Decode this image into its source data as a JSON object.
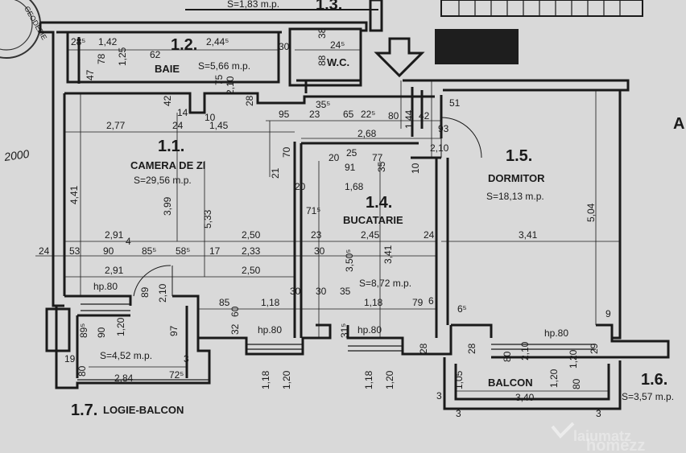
{
  "rooms": {
    "r11": {
      "id": "1.1.",
      "name": "CAMERA DE ZI",
      "area": "S=29,56 m.p."
    },
    "r12": {
      "id": "1.2.",
      "name": "BAIE",
      "area": "S=5,66 m.p."
    },
    "r13": {
      "id": "1.3."
    },
    "r13area": "S=1,83 m.p.",
    "wc": {
      "name": "W.C."
    },
    "r14": {
      "id": "1.4.",
      "name": "BUCATARIE",
      "area": "S=8,72 m.p."
    },
    "r15": {
      "id": "1.5.",
      "name": "DORMITOR",
      "area": "S=18,13 m.p."
    },
    "r16": {
      "id": "1.6.",
      "area": "S=3,57 m.p."
    },
    "r17": {
      "id": "1.7.",
      "name": "LOGIE-BALCON",
      "area": "S=4,52 m.p."
    },
    "balcon": {
      "name": "BALCON"
    }
  },
  "dims": {
    "d01": "28⁵",
    "d02": "1,42",
    "d03": "2,44⁵",
    "d04": "62",
    "d05": "78",
    "d06": "1,25",
    "d07": "47",
    "d08": "38",
    "d09": "24⁵",
    "d10": "88",
    "d11": "30",
    "d12": "2,10",
    "d13": "75",
    "d14": "42",
    "d15": "10",
    "d16": "14",
    "d17": "24",
    "d18": "1,45",
    "d19": "2,77",
    "d20": "28",
    "d21": "95",
    "d22": "23",
    "d23": "35⁵",
    "d24": "65",
    "d25": "22⁵",
    "d26": "80",
    "d27": "1,44",
    "d28": "42",
    "d29": "93",
    "d30": "2,68",
    "d31": "51",
    "d32": "2,10",
    "d33": "20",
    "d34": "70",
    "d35": "25",
    "d36": "21",
    "d37": "91",
    "d38": "77",
    "d39": "35",
    "d40": "10",
    "d41": "20",
    "d42": "1,68",
    "d43": "4,41",
    "d44": "3,99",
    "d45": "5,33",
    "d46": "71⁵",
    "d47": "5,04",
    "d48": "2,91",
    "d49": "4",
    "d50": "2,50",
    "d51": "23",
    "d52": "2,45",
    "d53": "24",
    "d54": "3,41",
    "d55": "24",
    "d56": "53",
    "d57": "90",
    "d58": "85⁵",
    "d59": "58⁵",
    "d60": "17",
    "d61": "2,33",
    "d62": "30",
    "d63": "3,50⁵",
    "d64": "3,41",
    "d65": "2,91",
    "d66": "2,50",
    "d67": "hp.80",
    "d68": "89",
    "d69": "2,10",
    "d70": "85",
    "d71": "1,18",
    "d72": "30",
    "d73": "30",
    "d74": "35",
    "d75": "1,18",
    "d76": "79",
    "d77": "6",
    "d78": "6⁵",
    "d79": "9",
    "d80": "60",
    "d81": "32",
    "d82": "hp.80",
    "d83": "31⁵",
    "d84": "hp.80",
    "d85": "hp.80",
    "d86": "89⁵",
    "d87": "90",
    "d88": "1,20",
    "d89": "97",
    "d90": "19",
    "d91": "80",
    "d92": "72⁵",
    "d93": "3",
    "d94": "2,84",
    "d95": "28",
    "d96": "28",
    "d97": "80",
    "d98": "2,10",
    "d99": "29",
    "d100": "1,18",
    "d101": "1,20",
    "d102": "1,18",
    "d103": "1,20",
    "d104": "1,05",
    "d105": "1,20",
    "d106": "3,40",
    "d107": "3",
    "d108": "3",
    "d109": "80",
    "d110": "1,20",
    "d111": "3"
  },
  "stamp_text": "GEODEZIE",
  "doodle_text": "2000",
  "edge_text": "A",
  "watermark": {
    "brand": "laiumatz",
    "logo": "homezz"
  },
  "colors": {
    "paper": "#d9d9d9",
    "line": "#1a1a1a",
    "redaction": "#1e1e1e"
  }
}
